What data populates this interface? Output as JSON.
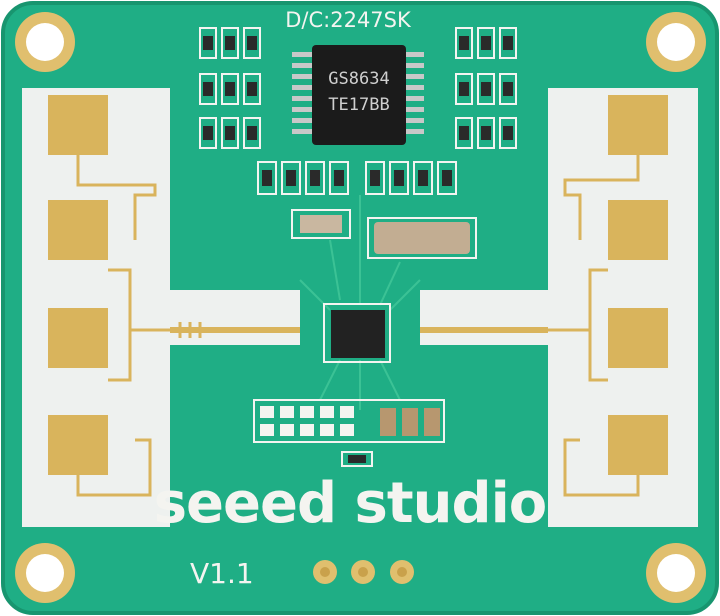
{
  "board": {
    "date_code": "D/C:2247SK",
    "chip_line1": "GS8634",
    "chip_line2": "TE17BB",
    "brand": "seeed studio",
    "version": "V1.1"
  },
  "colors": {
    "pcb": "#1fae85",
    "pcb_dark": "#179a73",
    "silk": "#f4f4f0",
    "gold": "#d9b45c",
    "gold_dark": "#b8923a",
    "chip": "#1b1b1b"
  }
}
